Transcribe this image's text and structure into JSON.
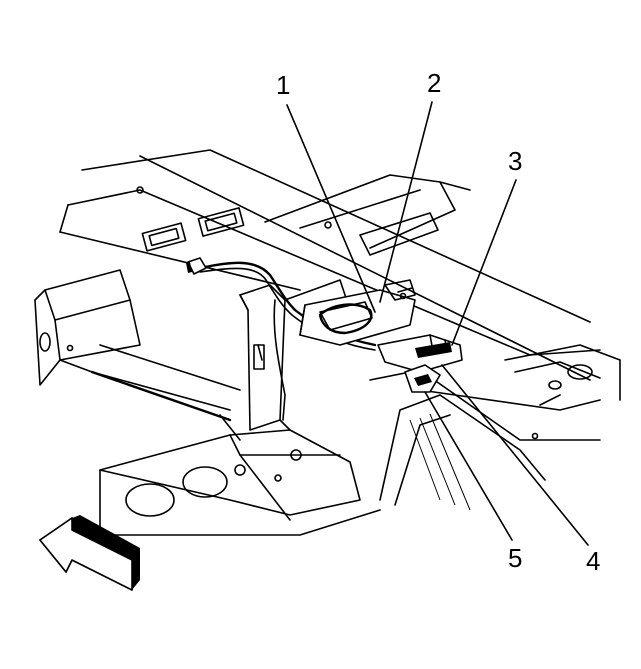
{
  "callouts": [
    {
      "id": "1",
      "label": "1"
    },
    {
      "id": "2",
      "label": "2"
    },
    {
      "id": "3",
      "label": "3"
    },
    {
      "id": "4",
      "label": "4"
    },
    {
      "id": "5",
      "label": "5"
    }
  ],
  "colors": {
    "line": "#000000",
    "background": "#ffffff"
  },
  "icons": {
    "direction": "front-arrow-icon"
  }
}
